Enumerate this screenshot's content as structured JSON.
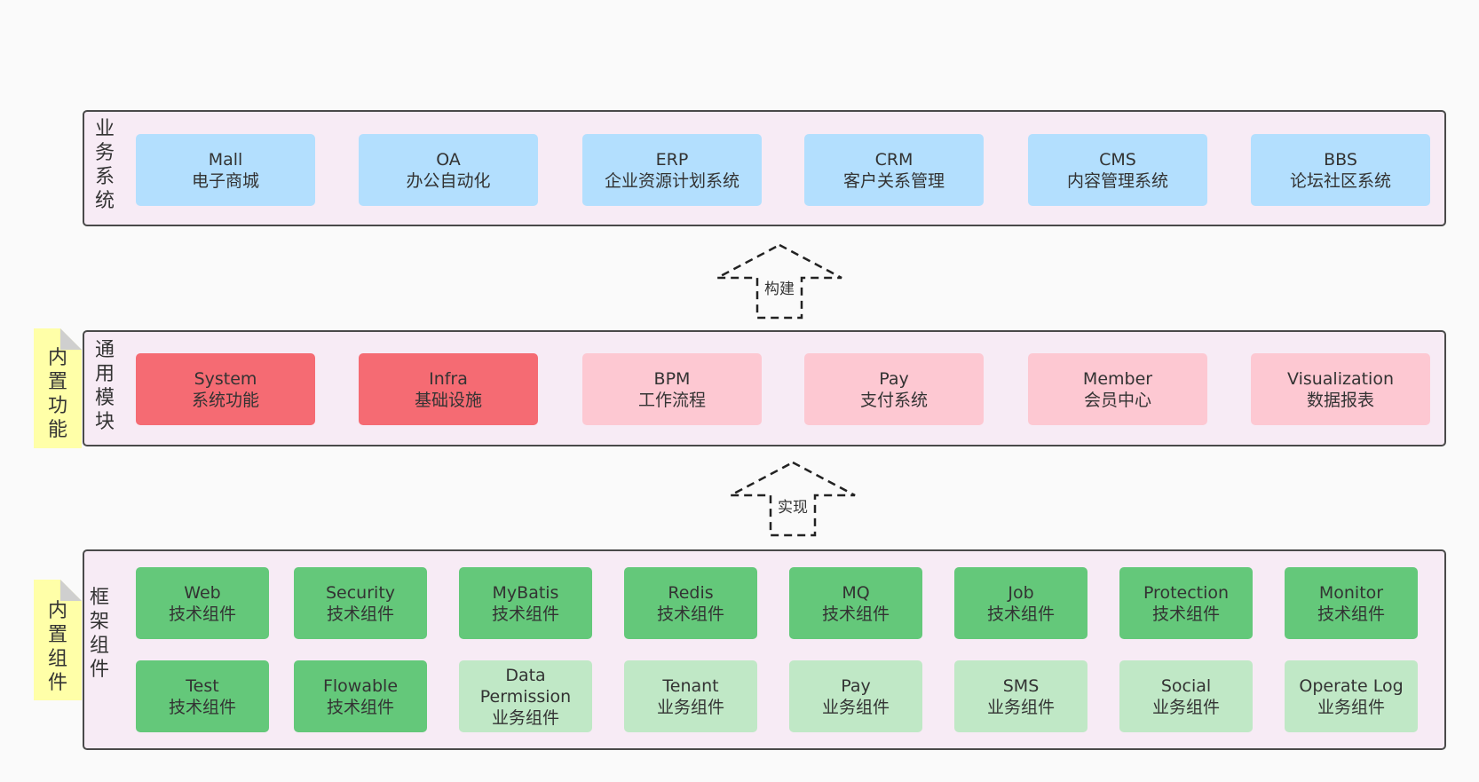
{
  "business_layer": {
    "label": "业务系统",
    "items": [
      {
        "en": "Mall",
        "zh": "电子商城"
      },
      {
        "en": "OA",
        "zh": "办公自动化"
      },
      {
        "en": "ERP",
        "zh": "企业资源计划系统"
      },
      {
        "en": "CRM",
        "zh": "客户关系管理"
      },
      {
        "en": "CMS",
        "zh": "内容管理系统"
      },
      {
        "en": "BBS",
        "zh": "论坛社区系统"
      }
    ]
  },
  "arrow_build": {
    "label": "构建"
  },
  "common_layer": {
    "label": "通用模块",
    "note": "内置功能",
    "items": [
      {
        "en": "System",
        "zh": "系统功能",
        "style": "builtin"
      },
      {
        "en": "Infra",
        "zh": "基础设施",
        "style": "builtin"
      },
      {
        "en": "BPM",
        "zh": "工作流程",
        "style": "optional"
      },
      {
        "en": "Pay",
        "zh": "支付系统",
        "style": "optional"
      },
      {
        "en": "Member",
        "zh": "会员中心",
        "style": "optional"
      },
      {
        "en": "Visualization",
        "zh": "数据报表",
        "style": "optional"
      }
    ]
  },
  "arrow_implement": {
    "label": "实现"
  },
  "framework_layer": {
    "label": "框架组件",
    "note": "内置组件",
    "rows": [
      [
        {
          "en": "Web",
          "zh": "技术组件",
          "style": "builtin"
        },
        {
          "en": "Security",
          "zh": "技术组件",
          "style": "builtin"
        },
        {
          "en": "MyBatis",
          "zh": "技术组件",
          "style": "builtin"
        },
        {
          "en": "Redis",
          "zh": "技术组件",
          "style": "builtin"
        },
        {
          "en": "MQ",
          "zh": "技术组件",
          "style": "builtin"
        },
        {
          "en": "Job",
          "zh": "技术组件",
          "style": "builtin"
        },
        {
          "en": "Protection",
          "zh": "技术组件",
          "style": "builtin"
        },
        {
          "en": "Monitor",
          "zh": "技术组件",
          "style": "builtin"
        }
      ],
      [
        {
          "en": "Test",
          "zh": "技术组件",
          "style": "builtin"
        },
        {
          "en": "Flowable",
          "zh": "技术组件",
          "style": "builtin"
        },
        {
          "en": "Data Permission",
          "zh": "业务组件",
          "style": "optional"
        },
        {
          "en": "Tenant",
          "zh": "业务组件",
          "style": "optional"
        },
        {
          "en": "Pay",
          "zh": "业务组件",
          "style": "optional"
        },
        {
          "en": "SMS",
          "zh": "业务组件",
          "style": "optional"
        },
        {
          "en": "Social",
          "zh": "业务组件",
          "style": "optional"
        },
        {
          "en": "Operate Log",
          "zh": "业务组件",
          "style": "optional"
        }
      ]
    ]
  },
  "colors": {
    "background": "#fafafa",
    "frame": "#f7ebf5",
    "business": "#b3dffe",
    "builtin_module": "#f56b73",
    "optional_module": "#fdc8d2",
    "builtin_component": "#64c87a",
    "optional_component": "#c0e8c6",
    "note": "#ffffa8"
  }
}
